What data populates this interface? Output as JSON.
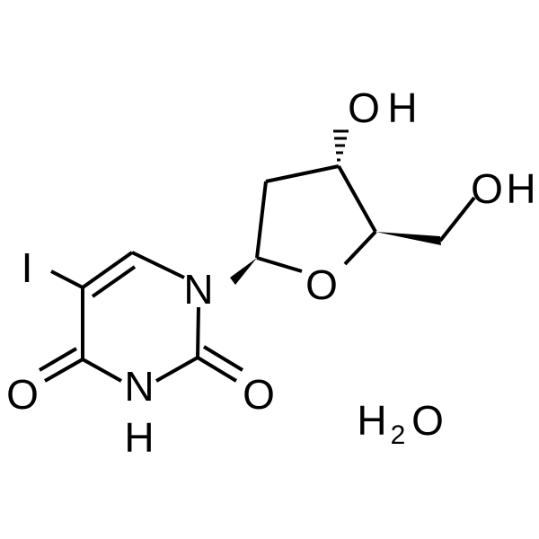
{
  "molecule": {
    "atoms": {
      "iodine": "I",
      "n1": "N",
      "n3_n": "N",
      "n3_h": "H",
      "o2": "O",
      "o4": "O",
      "o_ring": "O",
      "oh3_o": "O",
      "oh3_h": "H",
      "oh5_o": "O",
      "oh5_h": "H"
    },
    "water": {
      "h": "H",
      "sub": "2",
      "o": "O"
    }
  }
}
